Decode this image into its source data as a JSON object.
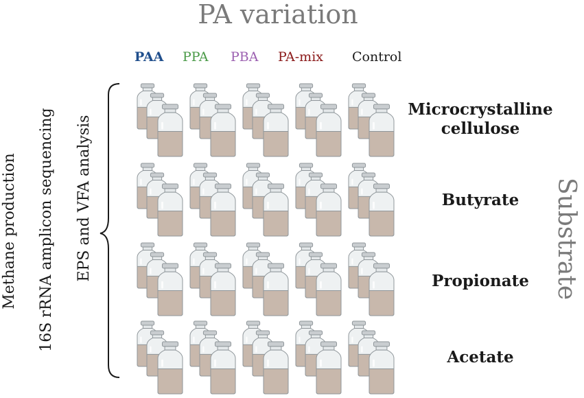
{
  "title": "PA variation",
  "treatments": [
    {
      "label": "PAA",
      "color": "#1f4e8c",
      "bold": true
    },
    {
      "label": "PPA",
      "color": "#4a9a47",
      "bold": false
    },
    {
      "label": "PBA",
      "color": "#9b5fb0",
      "bold": false
    },
    {
      "label": "PA-mix",
      "color": "#8b1a1a",
      "bold": false
    },
    {
      "label": "Control",
      "color": "#1a1a1a",
      "bold": false
    }
  ],
  "analyses": [
    "Methane production",
    "16S rRNA amplicon sequencing",
    "EPS and VFA analysis"
  ],
  "substrates": [
    "Microcrystalline\ncellulose",
    "Butyrate",
    "Propionate",
    "Acetate"
  ],
  "substrate_axis": "Substrate"
}
